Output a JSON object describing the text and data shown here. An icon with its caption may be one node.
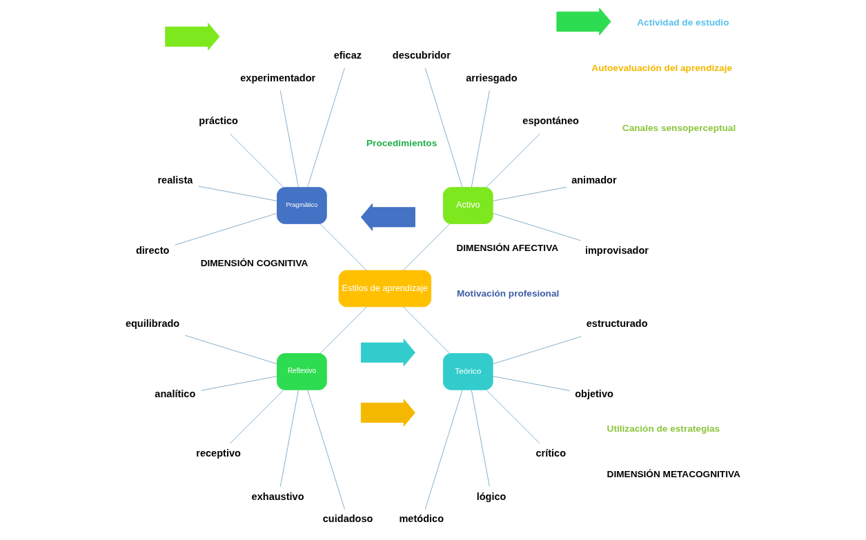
{
  "diagram": {
    "nodes": [
      {
        "text": [
          "Estilos de aprendizaje"
        ]
      },
      {
        "text": [
          "Activo"
        ]
      },
      {
        "text": [
          "Pragmático"
        ]
      },
      {
        "text": [
          "Reflexivo"
        ]
      },
      {
        "text": [
          "Teórico"
        ]
      },
      {
        "text": [
          "improvisador"
        ]
      },
      {
        "text": [
          "animador"
        ]
      },
      {
        "text": [
          "espontáneo"
        ]
      },
      {
        "text": [
          "arriesgado"
        ]
      },
      {
        "text": [
          "descubridor"
        ]
      },
      {
        "text": [
          "eficaz"
        ]
      },
      {
        "text": [
          "experimentador"
        ]
      },
      {
        "text": [
          "práctico"
        ]
      },
      {
        "text": [
          "realista"
        ]
      },
      {
        "text": [
          "directo"
        ]
      },
      {
        "text": [
          "equilibrado"
        ]
      },
      {
        "text": [
          "analítico"
        ]
      },
      {
        "text": [
          "receptivo"
        ]
      },
      {
        "text": [
          "exhaustivo"
        ]
      },
      {
        "text": [
          "cuidadoso"
        ]
      },
      {
        "text": [
          "metódico"
        ]
      },
      {
        "text": [
          "lógico"
        ]
      },
      {
        "text": [
          "crítico"
        ]
      },
      {
        "text": [
          "objetivo"
        ]
      },
      {
        "text": [
          "estructurado"
        ]
      },
      {
        "text": [],
        "shape": "arrow"
      },
      {
        "text": [],
        "shape": "arrow"
      },
      {
        "text": [],
        "shape": "arrow"
      },
      {
        "text": [],
        "shape": "arrow"
      },
      {
        "text": [],
        "shape": "arrow"
      }
    ],
    "edges": [
      {
        "from": 0,
        "to": 1,
        "arrow": "none"
      },
      {
        "from": 0,
        "to": 2,
        "arrow": "none"
      },
      {
        "from": 0,
        "to": 3,
        "arrow": "none"
      },
      {
        "from": 0,
        "to": 4,
        "arrow": "none"
      },
      {
        "from": 1,
        "to": 5,
        "arrow": "none"
      },
      {
        "from": 1,
        "to": 6,
        "arrow": "none"
      },
      {
        "from": 1,
        "to": 7,
        "arrow": "none"
      },
      {
        "from": 1,
        "to": 8,
        "arrow": "none"
      },
      {
        "from": 1,
        "to": 9,
        "arrow": "none"
      },
      {
        "from": 2,
        "to": 10,
        "arrow": "none"
      },
      {
        "from": 2,
        "to": 11,
        "arrow": "none"
      },
      {
        "from": 2,
        "to": 12,
        "arrow": "none"
      },
      {
        "from": 2,
        "to": 13,
        "arrow": "none"
      },
      {
        "from": 2,
        "to": 14,
        "arrow": "none"
      },
      {
        "from": 3,
        "to": 15,
        "arrow": "none"
      },
      {
        "from": 3,
        "to": 16,
        "arrow": "none"
      },
      {
        "from": 3,
        "to": 17,
        "arrow": "none"
      },
      {
        "from": 3,
        "to": 18,
        "arrow": "none"
      },
      {
        "from": 3,
        "to": 19,
        "arrow": "none"
      },
      {
        "from": 4,
        "to": 20,
        "arrow": "none"
      },
      {
        "from": 4,
        "to": 21,
        "arrow": "none"
      },
      {
        "from": 4,
        "to": 22,
        "arrow": "none"
      },
      {
        "from": 4,
        "to": 23,
        "arrow": "none"
      },
      {
        "from": 4,
        "to": 24,
        "arrow": "none"
      }
    ],
    "labels": [
      "Motivación profesional",
      "DIMENSIÓN AFECTIVA",
      "Actividad de estudio",
      "Autoevaluación del aprendizaje",
      "Procedimientos",
      "DIMENSIÓN METACOGNITIVA",
      "DIMENSIÓN COGNITIVA",
      "Utilización de estrategias",
      "Canales sensoperceptual"
    ]
  }
}
